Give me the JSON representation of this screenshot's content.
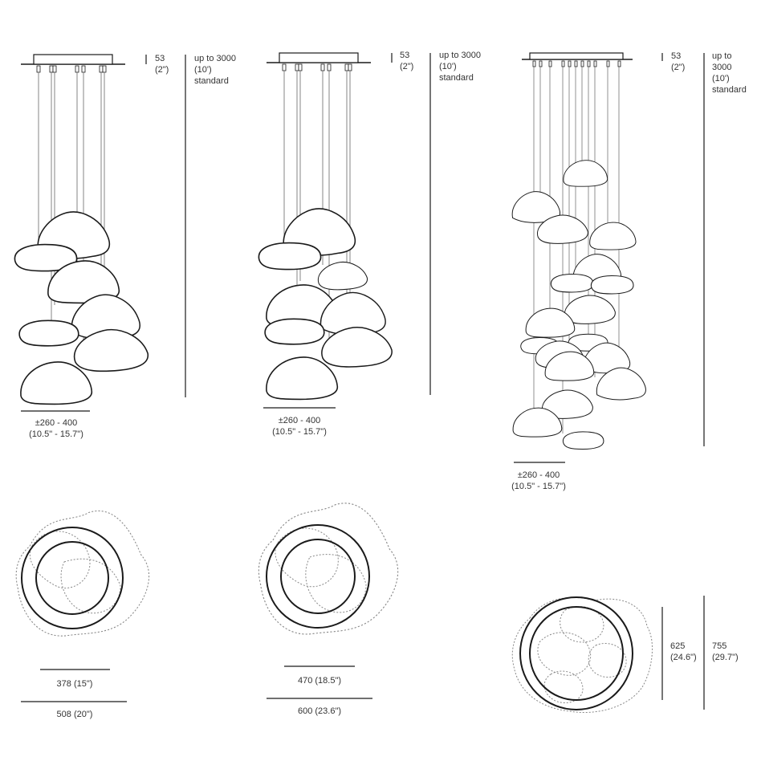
{
  "colors": {
    "line": "#1a1a1a",
    "dashed": "#888888",
    "shade_fill": "#f1f1f1",
    "text": "#333333"
  },
  "variants": [
    {
      "canopy_height": {
        "mm": "53",
        "in": "(2\")"
      },
      "drop": {
        "line1": "up to 3000",
        "line2": "(10')",
        "line3": "standard"
      },
      "cluster": {
        "line1": "±260 - 400",
        "line2": "(10.5\" - 15.7\")"
      },
      "inner_diameter": "378 (15\")",
      "outer_diameter": "508 (20\")"
    },
    {
      "canopy_height": {
        "mm": "53",
        "in": "(2\")"
      },
      "drop": {
        "line1": "up to 3000",
        "line2": "(10')",
        "line3": "standard"
      },
      "cluster": {
        "line1": "±260 - 400",
        "line2": "(10.5\" - 15.7\")"
      },
      "inner_diameter": "470 (18.5\")",
      "outer_diameter": "600 (23.6\")"
    },
    {
      "canopy_height": {
        "mm": "53",
        "in": "(2\")"
      },
      "drop": {
        "line1": "up to",
        "line2": "3000",
        "line3": "(10')",
        "line4": "standard"
      },
      "cluster": {
        "line1": "±260 - 400",
        "line2": "(10.5\" - 15.7\")"
      },
      "inner_diameter": {
        "mm": "625",
        "in": "(24.6\")"
      },
      "outer_diameter": {
        "mm": "755",
        "in": "(29.7\")"
      }
    }
  ]
}
